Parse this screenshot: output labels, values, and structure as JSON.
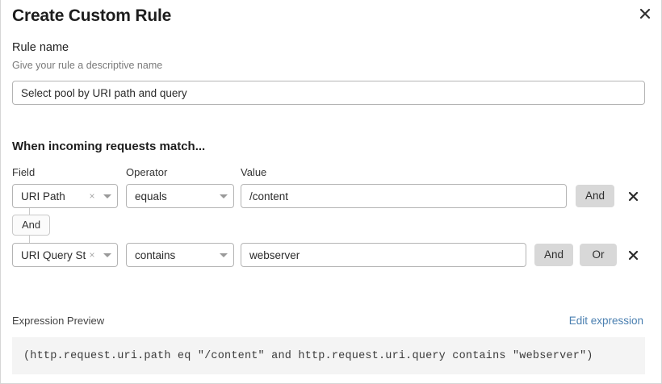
{
  "dialog": {
    "title": "Create Custom Rule",
    "close_icon": "close-icon"
  },
  "rule_name": {
    "label": "Rule name",
    "help": "Give your rule a descriptive name",
    "value": "Select pool by URI path and query",
    "placeholder": ""
  },
  "match_section": {
    "heading": "When incoming requests match...",
    "columns": {
      "field": "Field",
      "operator": "Operator",
      "value": "Value"
    },
    "rows": [
      {
        "field": "URI Path",
        "clear_icon": "×",
        "caret_icon": "chevron-down-icon",
        "operator": "equals",
        "value": "/content",
        "value_placeholder": "",
        "buttons": [
          "And"
        ],
        "delete_icon": "close-icon"
      },
      {
        "field": "URI Query St...",
        "clear_icon": "×",
        "caret_icon": "chevron-down-icon",
        "operator": "contains",
        "value": "webserver",
        "value_placeholder": "",
        "buttons": [
          "And",
          "Or"
        ],
        "delete_icon": "close-icon"
      }
    ],
    "connector": {
      "label": "And"
    }
  },
  "expression_preview": {
    "label": "Expression Preview",
    "edit_link": "Edit expression",
    "code": "(http.request.uri.path eq \"/content\" and http.request.uri.query contains \"webserver\")"
  },
  "colors": {
    "link": "#4a7fb0",
    "button_gray": "#d8d8d8",
    "preview_bg": "#f4f4f4",
    "border": "#b4b4b4"
  }
}
